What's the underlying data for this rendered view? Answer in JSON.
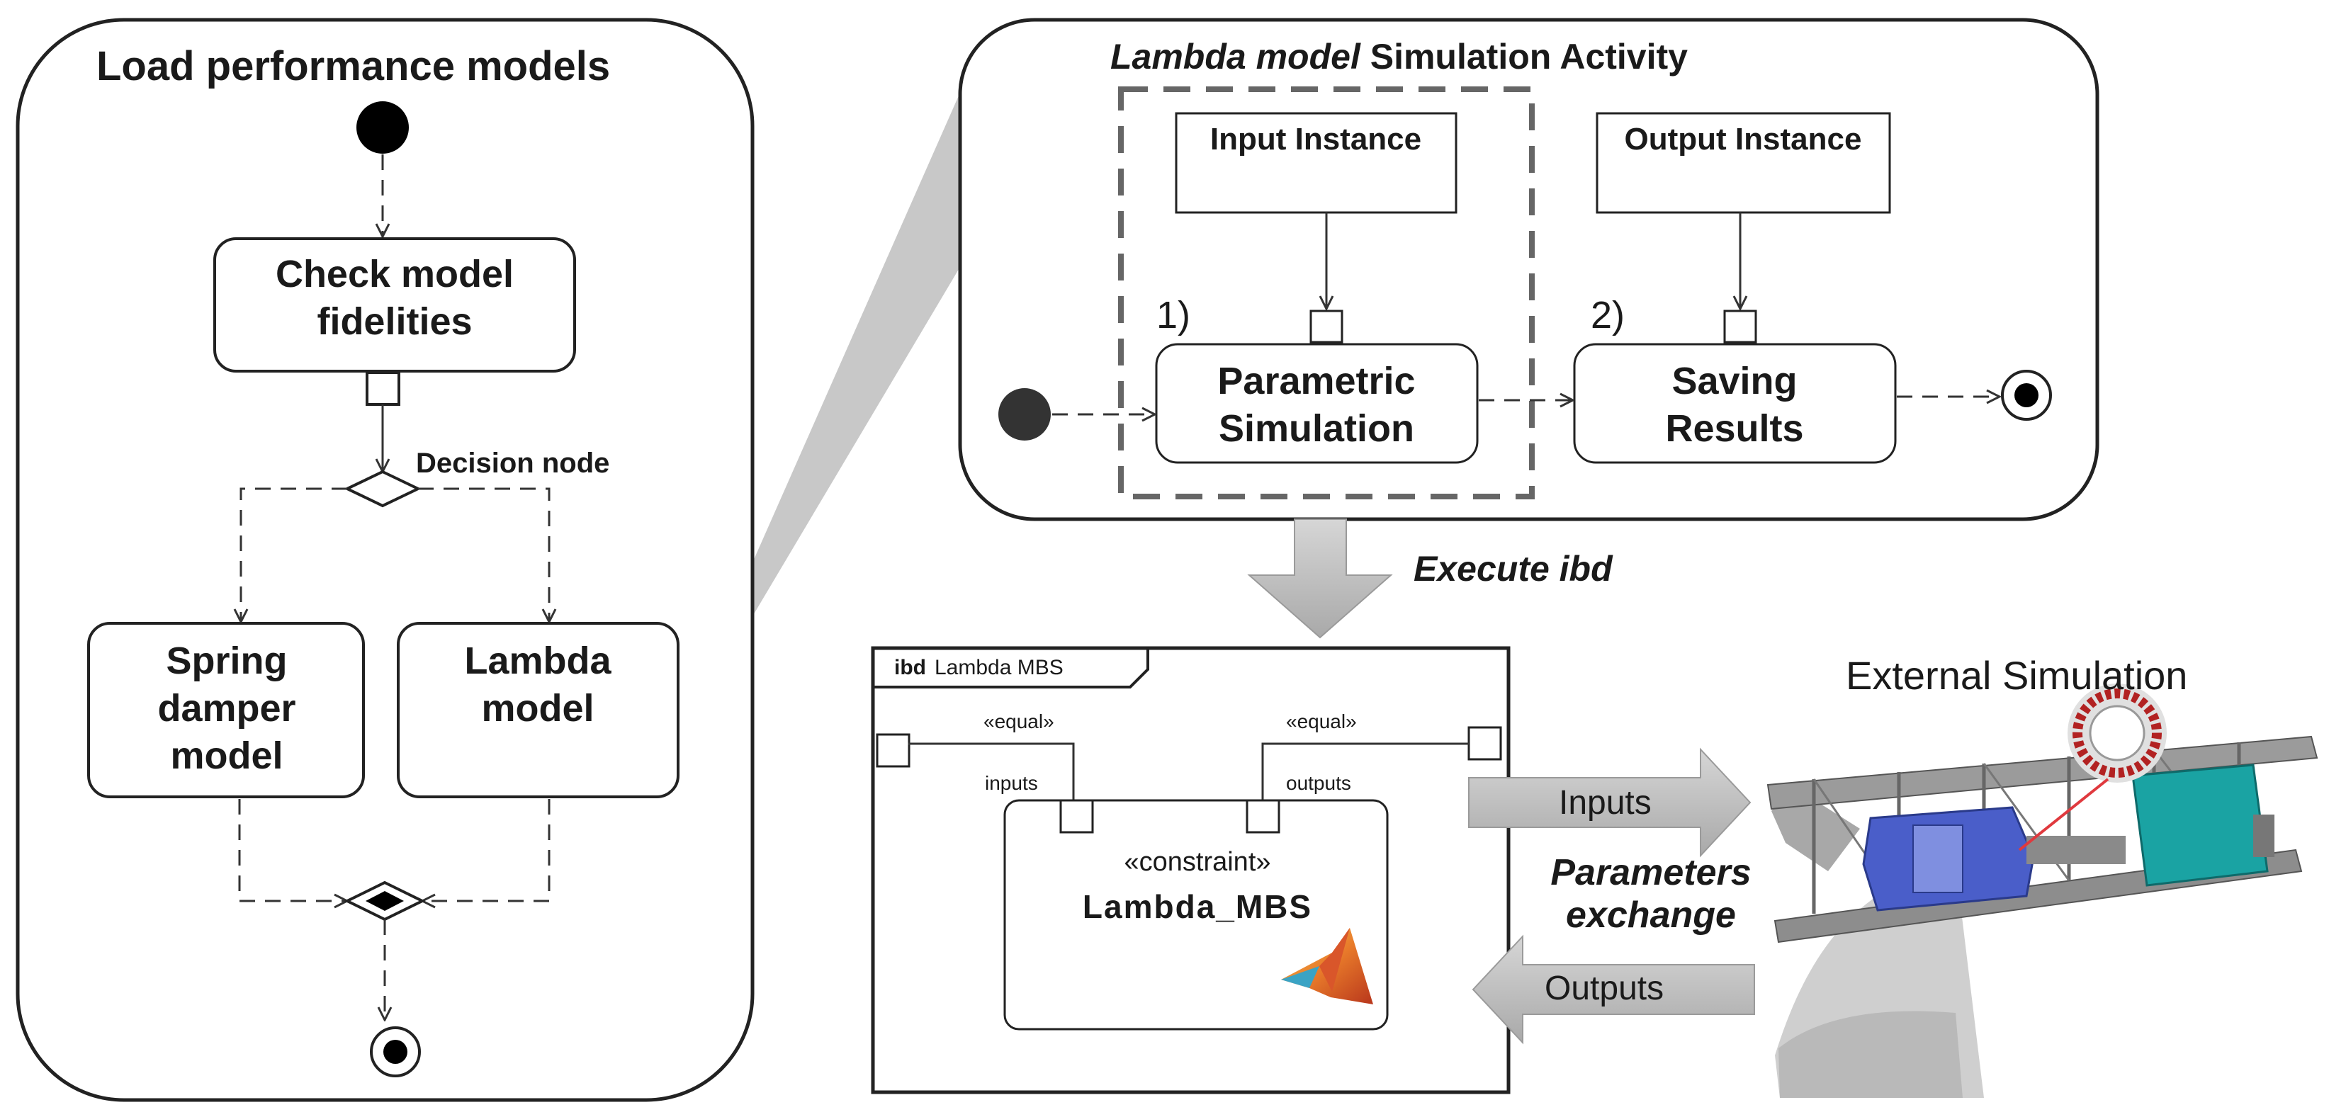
{
  "left_panel": {
    "title": "Load performance models",
    "check_node": "Check model\nfidelities",
    "decision_label": "Decision node",
    "spring_node": "Spring\ndamper\nmodel",
    "lambda_node": "Lambda\nmodel"
  },
  "activity": {
    "title_italic": "Lambda model",
    "title_rest": " Simulation Activity",
    "input_instance": "Input Instance",
    "output_instance": "Output Instance",
    "step1": "1)",
    "step2": "2)",
    "parametric": "Parametric\nSimulation",
    "saving": "Saving\nResults"
  },
  "execute_label": "Execute ibd",
  "ibd": {
    "header_keyword": "ibd",
    "header_name": "Lambda MBS",
    "equal_left": "«equal»",
    "equal_right": "«equal»",
    "inputs_port": "inputs",
    "outputs_port": "outputs",
    "stereotype": "«constraint»",
    "block_name": "Lambda_MBS",
    "logo_icon": "matlab-logo-icon"
  },
  "exchange": {
    "inputs": "Inputs",
    "outputs": "Outputs",
    "label": "Parameters\nexchange"
  },
  "external": {
    "title": "External Simulation",
    "image_icon": "wind-turbine-drivetrain-render-icon"
  },
  "colors": {
    "gray_arrow": "#c0c0c0",
    "zoom_wedge": "#c8c8c8",
    "start_node": "#333333",
    "teal_generator": "#1aa3a3",
    "blue_gearbox": "#4a5ec9",
    "red_bearing": "#b22222"
  }
}
